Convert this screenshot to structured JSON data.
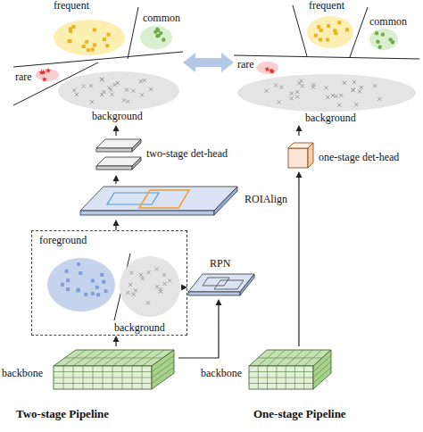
{
  "diagram": {
    "nodes": [
      {
        "text": [
          "frequent",
          "common",
          "rare",
          "background"
        ]
      },
      {
        "text": [
          "frequent",
          "common",
          "rare",
          "background"
        ]
      },
      {
        "text": [
          "two-stage det-head"
        ]
      },
      {
        "text": [
          "one-stage det-head"
        ]
      },
      {
        "text": [
          "ROIAlign"
        ]
      },
      {
        "text": [
          "foreground",
          "background"
        ]
      },
      {
        "text": [
          "RPN"
        ]
      },
      {
        "text": [
          "backbone"
        ]
      },
      {
        "text": [
          "backbone"
        ]
      }
    ],
    "edges": [
      {
        "from": 0,
        "to": 1,
        "arrow": "both"
      },
      {
        "from": 2,
        "to": 0,
        "arrow": "to"
      },
      {
        "from": 3,
        "to": 1,
        "arrow": "to"
      },
      {
        "from": 4,
        "to": 2,
        "arrow": "to"
      },
      {
        "from": 5,
        "to": 4,
        "arrow": "to"
      },
      {
        "from": 6,
        "to": 5,
        "arrow": "to"
      },
      {
        "from": 7,
        "to": 5,
        "arrow": "to"
      },
      {
        "from": 7,
        "to": 6,
        "arrow": "to"
      },
      {
        "from": 8,
        "to": 3,
        "arrow": "to"
      }
    ],
    "labels": [
      "Two-stage Pipeline",
      "One-stage Pipeline"
    ]
  }
}
